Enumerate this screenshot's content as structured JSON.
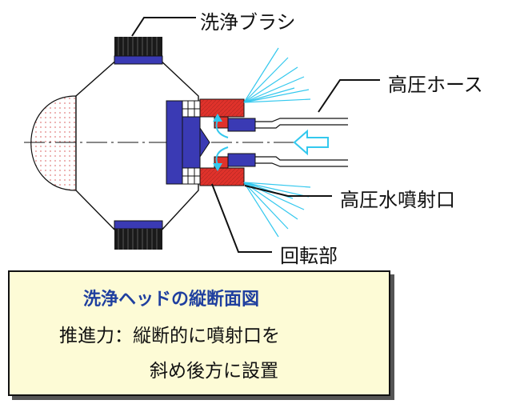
{
  "labels": {
    "brush": "洗浄ブラシ",
    "hose": "高圧ホース",
    "nozzle": "高圧水噴射口",
    "rotor": "回転部"
  },
  "caption": {
    "title": "洗浄ヘッドの縦断面図",
    "line1": "推進力：縦断的に噴射口を",
    "line2": "斜め後方に設置"
  },
  "colors": {
    "body_blue": "#3a3ab4",
    "rotor_red": "#e0322b",
    "spray_cyan": "#33c8ee",
    "brush_black": "#1a1a1a",
    "dome_dots": "#e08080",
    "caption_bg": "#fdfbd6",
    "caption_title": "#1f3f9f"
  }
}
